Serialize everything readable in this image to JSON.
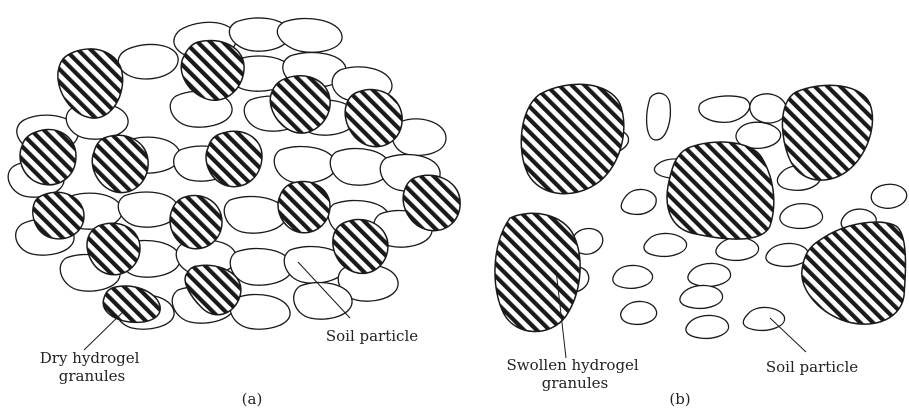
{
  "panel_a": {
    "label_gel": [
      "Dry hydrogel",
      "granules"
    ],
    "label_soil": "Soil particle",
    "caption": "(a)"
  },
  "panel_b": {
    "label_gel": [
      "Swollen hydrogel",
      "granules"
    ],
    "label_soil": "Soil particle",
    "caption": "(b)"
  },
  "colors": {
    "outline": "#1a1a1a",
    "hatch": "#1a1a1a",
    "background": "#ffffff"
  }
}
